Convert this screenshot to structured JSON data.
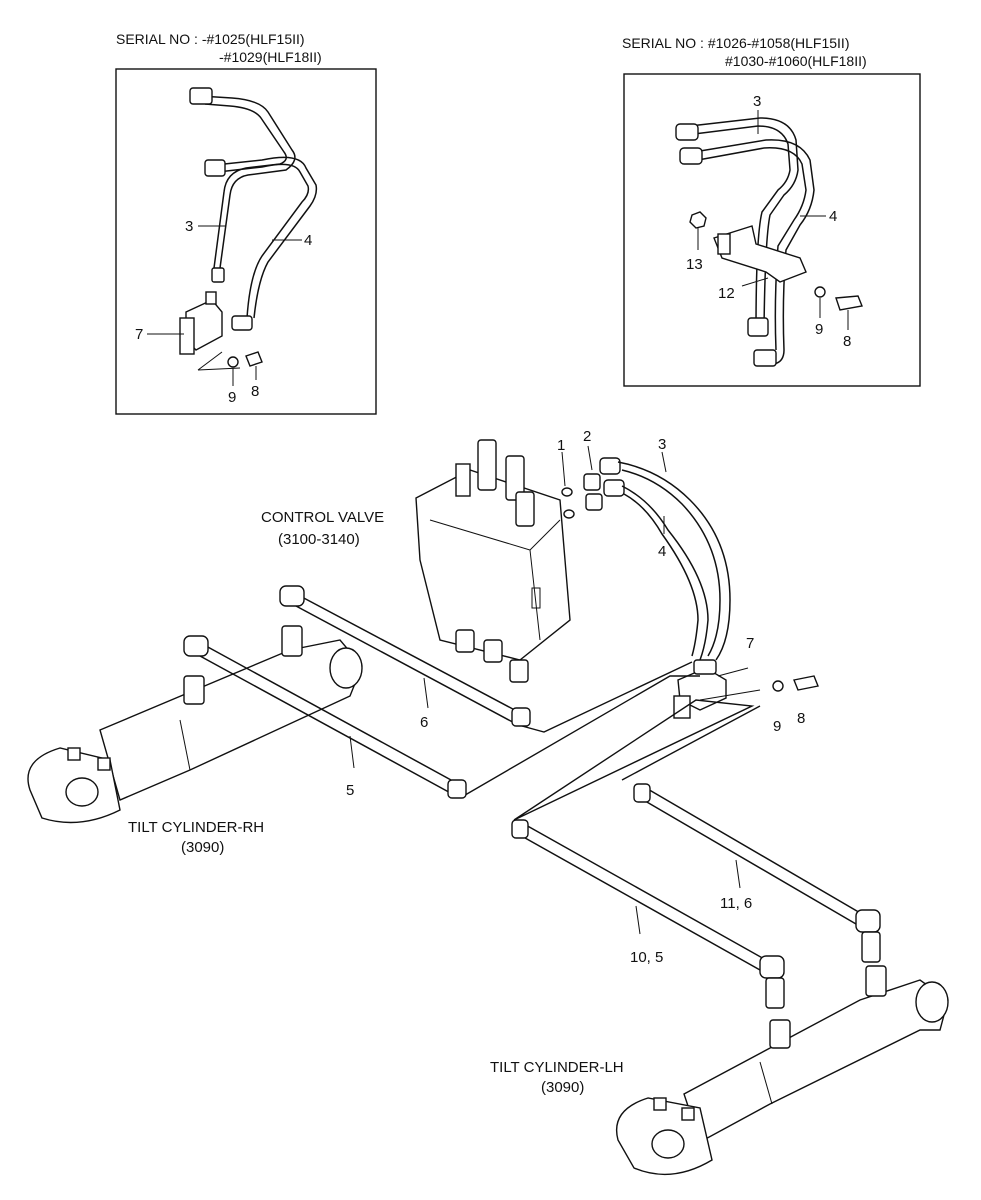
{
  "serial_left": {
    "line1": "SERIAL NO : -#1025(HLF15II)",
    "line2": "-#1029(HLF18II)"
  },
  "serial_right": {
    "line1": "SERIAL NO : #1026-#1058(HLF15II)",
    "line2": "#1030-#1060(HLF18II)"
  },
  "captions": {
    "control_valve": "CONTROL VALVE",
    "control_valve_code": "(3100-3140)",
    "tilt_rh": "TILT CYLINDER-RH",
    "tilt_rh_code": "(3090)",
    "tilt_lh": "TILT CYLINDER-LH",
    "tilt_lh_code": "(3090)"
  },
  "left_box_labels": {
    "p3": "3",
    "p4": "4",
    "p7": "7",
    "p9": "9",
    "p8": "8"
  },
  "right_box_labels": {
    "p3": "3",
    "p4": "4",
    "p13": "13",
    "p12": "12",
    "p9": "9",
    "p8": "8"
  },
  "main_labels": {
    "p1": "1",
    "p2": "2",
    "p3": "3",
    "p4": "4",
    "p7": "7",
    "p9": "9",
    "p8": "8",
    "p6": "6",
    "p5": "5",
    "p11_6": "11, 6",
    "p10_5": "10, 5"
  }
}
